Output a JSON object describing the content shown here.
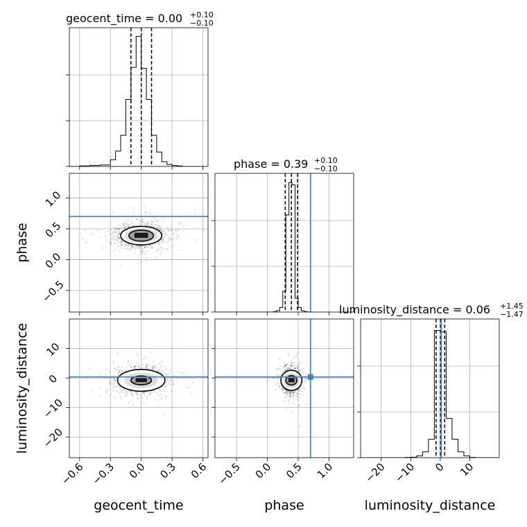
{
  "chart_data": {
    "type": "corner",
    "parameters": [
      "geocent_time",
      "phase",
      "luminosity_distance"
    ],
    "axis_labels": {
      "geocent_time": "geocent_time",
      "phase": "phase",
      "luminosity_distance": "luminosity_distance"
    },
    "titles": {
      "geocent_time": {
        "name": "geocent_time",
        "value": "0.00",
        "plus": "+0.10",
        "minus": "−0.10"
      },
      "phase": {
        "name": "phase",
        "value": "0.39",
        "plus": "+0.10",
        "minus": "−0.10"
      },
      "luminosity_distance": {
        "name": "luminosity_distance",
        "value": "0.06",
        "plus": "+1.45",
        "minus": "−1.47"
      }
    },
    "ranges": {
      "geocent_time": [
        -0.7,
        0.65
      ],
      "phase": [
        -0.85,
        1.4
      ],
      "luminosity_distance": [
        -27,
        20
      ]
    },
    "ticks": {
      "geocent_time": {
        "values": [
          -0.6,
          -0.3,
          0.0,
          0.3,
          0.6
        ],
        "labels": [
          "−0.6",
          "−0.3",
          "0.0",
          "0.3",
          "0.6"
        ]
      },
      "phase": {
        "values": [
          -0.5,
          0.0,
          0.5,
          1.0
        ],
        "labels": [
          "−0.5",
          "0.0",
          "0.5",
          "1.0"
        ]
      },
      "luminosity_distance": {
        "values": [
          -20,
          -10,
          0,
          10
        ],
        "labels": [
          "−20",
          "−10",
          "0",
          "10"
        ]
      }
    },
    "truths": {
      "phase": 0.7,
      "luminosity_distance": 0.35
    },
    "quantiles": {
      "geocent_time": [
        -0.1,
        0.0,
        0.1
      ],
      "phase": [
        0.29,
        0.39,
        0.49
      ],
      "luminosity_distance": [
        -1.41,
        0.06,
        1.51
      ]
    },
    "histograms": {
      "geocent_time": {
        "edges": [
          -0.7,
          -0.6,
          -0.5,
          -0.4,
          -0.3,
          -0.25,
          -0.2,
          -0.15,
          -0.1,
          -0.05,
          0.0,
          0.05,
          0.1,
          0.15,
          0.2,
          0.25,
          0.3,
          0.35,
          0.4,
          0.45,
          0.5,
          0.55,
          0.6,
          0.65
        ],
        "counts": [
          0,
          1,
          2,
          3,
          14,
          32,
          65,
          140,
          207,
          272,
          205,
          140,
          65,
          30,
          10,
          4,
          2,
          1,
          0,
          0,
          0,
          0,
          0
        ],
        "ymax": 290
      },
      "phase": {
        "edges": [
          -0.85,
          0.1,
          0.15,
          0.2,
          0.25,
          0.3,
          0.35,
          0.4,
          0.45,
          0.5,
          0.55,
          0.6,
          0.65,
          0.7,
          0.75
        ],
        "counts": [
          0,
          1,
          3,
          10,
          45,
          210,
          280,
          275,
          30,
          10,
          3,
          1,
          0,
          0
        ],
        "ymax": 300
      },
      "luminosity_distance": {
        "edges": [
          -27,
          -12,
          -10,
          -8,
          -6,
          -4,
          -2,
          0,
          2,
          4,
          6,
          8,
          10,
          12,
          20
        ],
        "counts": [
          0,
          1,
          2,
          8,
          25,
          80,
          550,
          545,
          170,
          80,
          25,
          8,
          1,
          0
        ],
        "ymax": 600
      }
    },
    "scatter_2d": [
      {
        "x": "geocent_time",
        "y": "phase",
        "center": [
          0.0,
          0.39
        ],
        "sigma": [
          0.12,
          0.1
        ],
        "n_points": 1100,
        "contours": [
          {
            "rx": 0.12,
            "ry": 0.09
          },
          {
            "rx": 0.2,
            "ry": 0.15
          }
        ]
      },
      {
        "x": "geocent_time",
        "y": "luminosity_distance",
        "center": [
          0.0,
          -0.8
        ],
        "sigma": [
          0.12,
          2.2
        ],
        "n_points": 1100,
        "contours": [
          {
            "rx": 0.1,
            "ry": 1.5
          },
          {
            "rx": 0.23,
            "ry": 3.7
          }
        ]
      },
      {
        "x": "phase",
        "y": "luminosity_distance",
        "center": [
          0.39,
          -0.8
        ],
        "sigma": [
          0.07,
          2.2
        ],
        "n_points": 1100,
        "contours": [
          {
            "rx": 0.09,
            "ry": 1.6
          },
          {
            "rx": 0.17,
            "ry": 3.4
          }
        ]
      }
    ]
  }
}
